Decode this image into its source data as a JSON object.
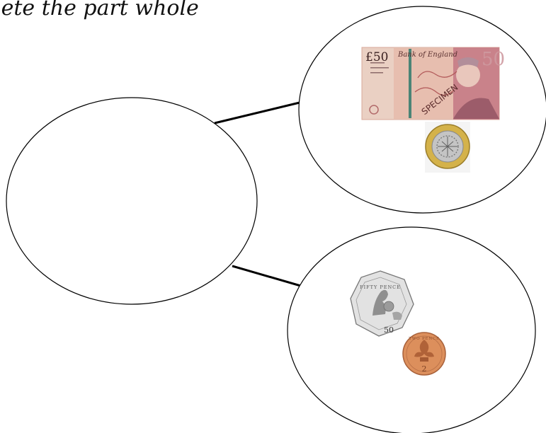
{
  "title": "lete the part whole",
  "banknote": {
    "denomination_text": "£50",
    "corner_value": "50",
    "bank_text": "Bank of England",
    "overprint": "SPECIMEN",
    "colors": {
      "base": "#e7b9a6",
      "accent": "#b8474b",
      "portrait": "#9a6a72"
    }
  },
  "coins": {
    "two_pound": {
      "ring": "#c8a63f",
      "center": "#b8b8b8"
    },
    "fifty_pence": {
      "legend": "FIFTY PENCE",
      "value": "50",
      "metal": "#d8d8d8"
    },
    "two_pence": {
      "legend": "TWO PENCE",
      "value": "2",
      "metal": "#d98e5c"
    }
  },
  "colors": {
    "outline": "#000000",
    "background": "#ffffff"
  }
}
